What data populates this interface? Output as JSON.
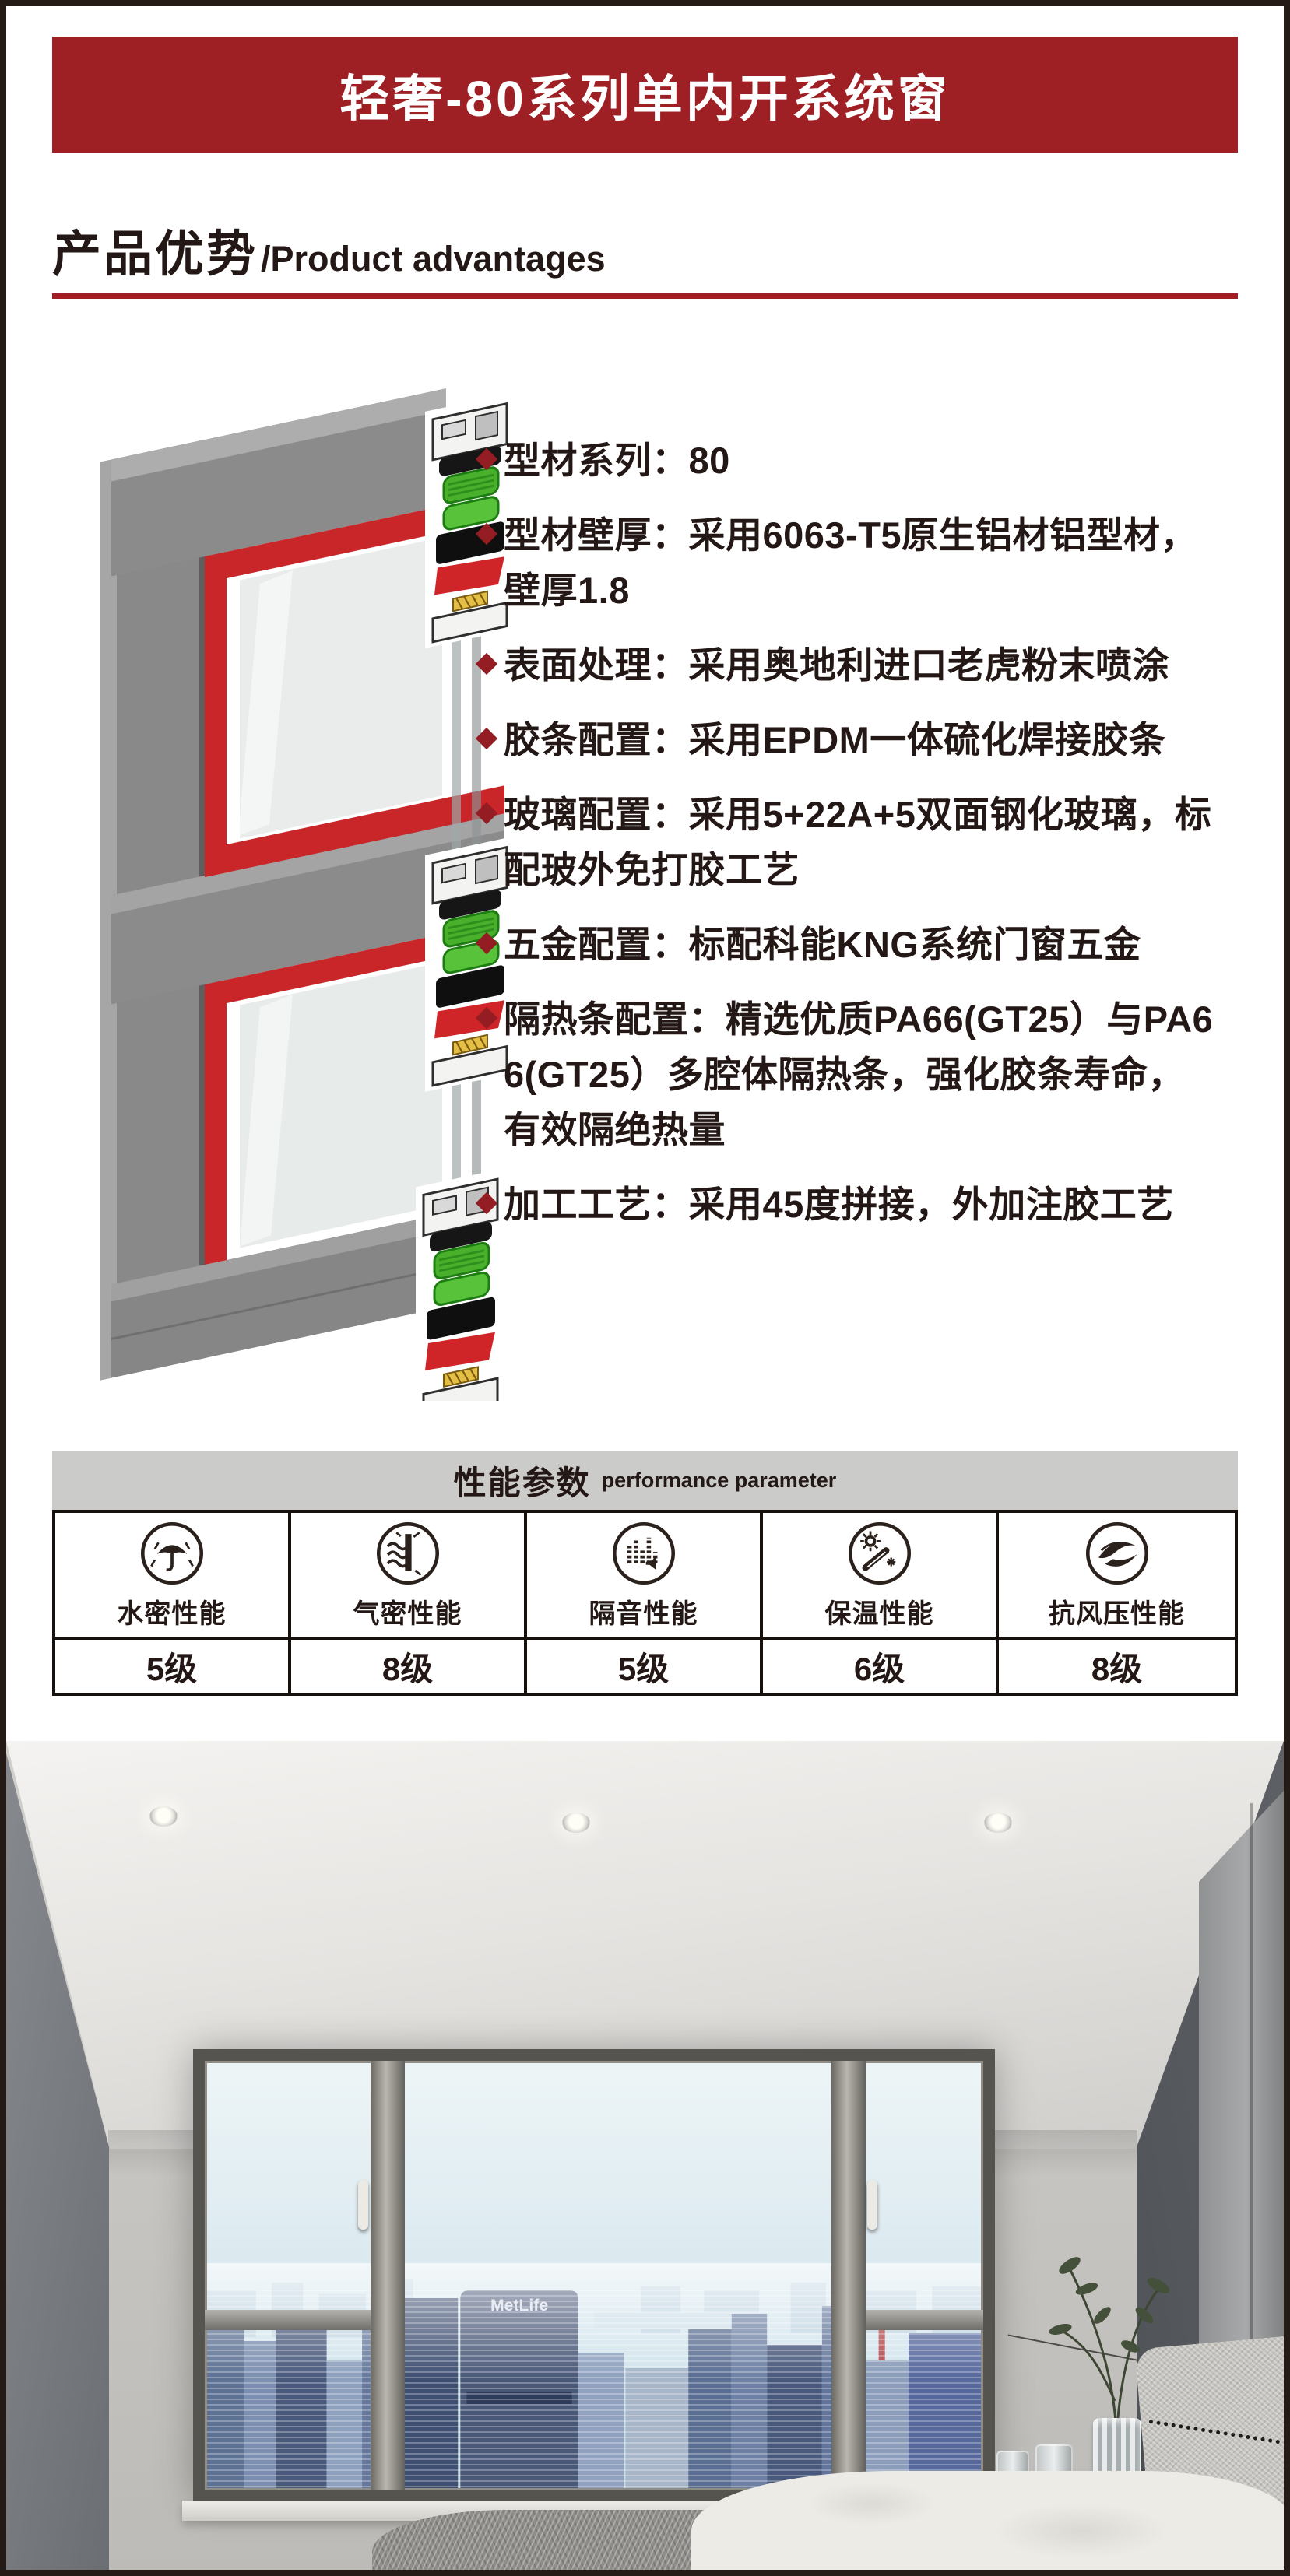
{
  "banner": {
    "title": "轻奢-80系列单内开系统窗",
    "bg_color": "#9e2025"
  },
  "section_heading": {
    "cn": "产品优势",
    "en": "/Product advantages",
    "rule_color": "#a01d23"
  },
  "features": {
    "bullet_color": "#931d22",
    "items": [
      "型材系列：80",
      "型材壁厚：采用6063-T5原生铝材铝型材，壁厚1.8",
      "表面处理：采用奥地利进口老虎粉末喷涂",
      "胶条配置：采用EPDM一体硫化焊接胶条",
      "玻璃配置：采用5+22A+5双面钢化玻璃，标配玻外免打胶工艺",
      "五金配置：标配科能KNG系统门窗五金",
      "隔热条配置：精选优质PA66(GT25）与PA66(GT25）多腔体隔热条，强化胶条寿命，有效隔绝热量",
      "加工工艺：采用45度拼接，外加注胶工艺"
    ]
  },
  "performance": {
    "header_cn": "性能参数",
    "header_en": "performance parameter",
    "items": [
      {
        "icon": "water-tightness-icon",
        "label": "水密性能",
        "value": "5级"
      },
      {
        "icon": "air-tightness-icon",
        "label": "气密性能",
        "value": "8级"
      },
      {
        "icon": "sound-insulation-icon",
        "label": "隔音性能",
        "value": "5级"
      },
      {
        "icon": "thermal-insulation-icon",
        "label": "保温性能",
        "value": "6级"
      },
      {
        "icon": "wind-pressure-icon",
        "label": "抗风压性能",
        "value": "8级"
      }
    ]
  },
  "photo": {
    "building_label": "MetLife"
  }
}
